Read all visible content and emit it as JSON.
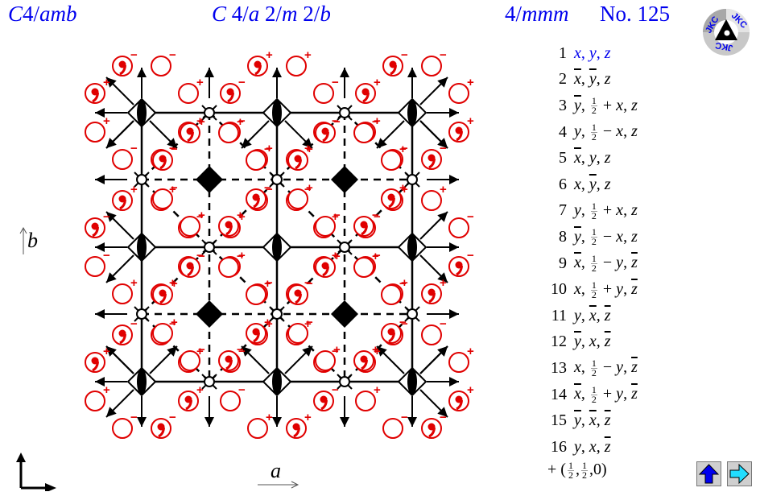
{
  "header": {
    "short_symbol": {
      "letter": "C",
      "rest": "4/",
      "italic": "amb"
    },
    "full_symbol": {
      "parts": [
        {
          "t": "C",
          "i": true
        },
        {
          "t": " 4/",
          "i": false
        },
        {
          "t": "a",
          "i": true
        },
        {
          "t": " 2/",
          "i": false
        },
        {
          "t": "m",
          "i": true
        },
        {
          "t": " 2/",
          "i": false
        },
        {
          "t": "b",
          "i": true
        }
      ]
    },
    "point_group": {
      "num": "4/",
      "italic": "mmm"
    },
    "number": "No. 125",
    "logo_text": "JKC",
    "color": "#0000ee"
  },
  "operators": [
    {
      "num": "1",
      "html": "<i>x</i>, <i>y</i>, <i>z</i>"
    },
    {
      "num": "2",
      "html": "<i class='ov'>x</i>, <i class='ov'>y</i>, <i>z</i>"
    },
    {
      "num": "3",
      "html": "<i class='ov'>y</i>, HALF + <i>x</i>, <i>z</i>"
    },
    {
      "num": "4",
      "html": "<i>y</i>, HALF &minus; <i>x</i>, <i>z</i>"
    },
    {
      "num": "5",
      "html": "<i class='ov'>x</i>, <i>y</i>, <i>z</i>"
    },
    {
      "num": "6",
      "html": "<i>x</i>, <i class='ov'>y</i>, <i>z</i>"
    },
    {
      "num": "7",
      "html": "<i>y</i>, HALF + <i>x</i>, <i>z</i>"
    },
    {
      "num": "8",
      "html": "<i class='ov'>y</i>, HALF &minus; <i>x</i>, <i>z</i>"
    },
    {
      "num": "9",
      "html": "<i class='ov'>x</i>, HALF &minus; <i>y</i>, <i class='ov'>z</i>"
    },
    {
      "num": "10",
      "html": "<i>x</i>, HALF + <i>y</i>, <i class='ov'>z</i>"
    },
    {
      "num": "11",
      "html": "<i>y</i>, <i class='ov'>x</i>, <i class='ov'>z</i>"
    },
    {
      "num": "12",
      "html": "<i class='ov'>y</i>, <i>x</i>, <i class='ov'>z</i>"
    },
    {
      "num": "13",
      "html": "<i>x</i>, HALF &minus; <i>y</i>, <i class='ov'>z</i>"
    },
    {
      "num": "14",
      "html": "<i class='ov'>x</i>, HALF + <i>y</i>, <i class='ov'>z</i>"
    },
    {
      "num": "15",
      "html": "<i class='ov'>y</i>, <i class='ov'>x</i>, <i class='ov'>z</i>"
    },
    {
      "num": "16",
      "html": "<i>y</i>, <i>x</i>, <i class='ov'>z</i>"
    }
  ],
  "centering": "+ (HALF,HALF,0)",
  "axes": {
    "a": "a",
    "b": "b"
  },
  "navigation": {
    "up_label": "up",
    "next_label": "next"
  },
  "colors": {
    "position": "#e00000",
    "symmetry": "#000000",
    "nav_up": "#0000ee",
    "nav_next": "#22ddff"
  },
  "diagram": {
    "cell_lines": [
      176,
      344,
      512
    ],
    "half_lines": [
      260,
      428
    ],
    "rows": [
      140,
      307,
      474
    ],
    "half_rows": [
      223,
      390
    ]
  }
}
